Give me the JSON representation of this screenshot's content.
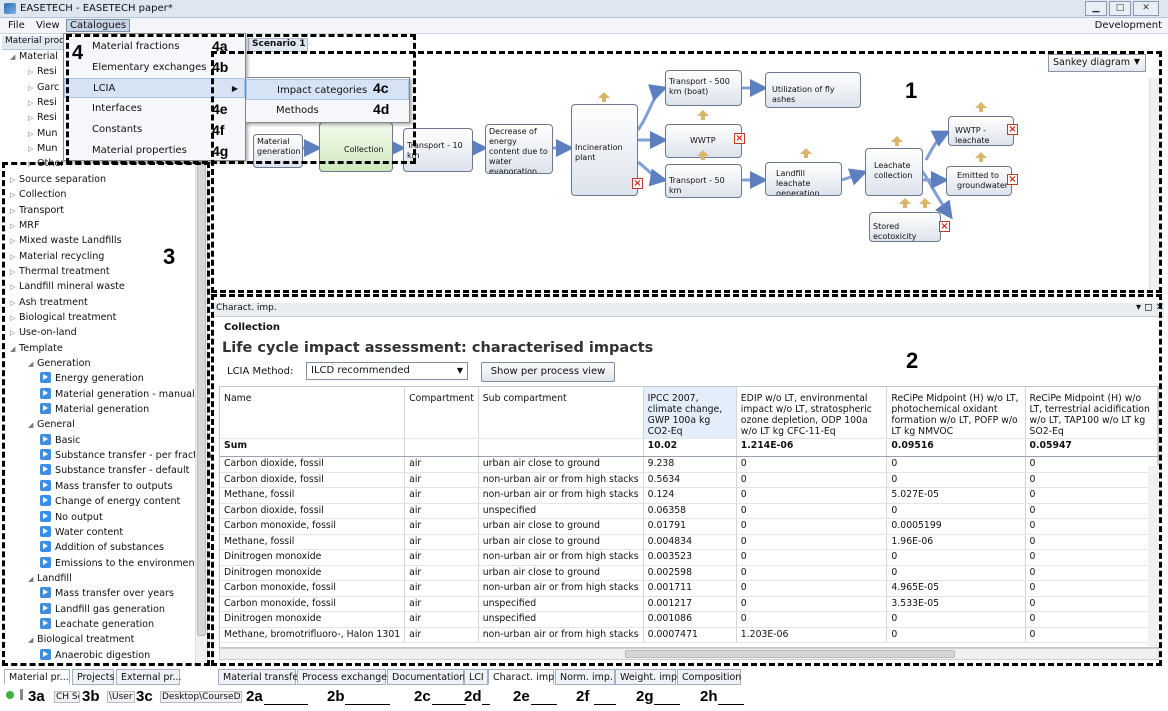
{
  "window": {
    "title": "EASETECH - EASETECH paper*"
  },
  "menubar": {
    "file": "File",
    "view": "View",
    "catalogues": "Catalogues",
    "development": "Development"
  },
  "left_panel": {
    "header": "Material proc",
    "tree": [
      {
        "label": "Material",
        "level": 0,
        "state": "open"
      },
      {
        "label": "Resi",
        "level": 1,
        "state": "closed"
      },
      {
        "label": "Garc",
        "level": 1,
        "state": "closed"
      },
      {
        "label": "Resi",
        "level": 1,
        "state": "closed"
      },
      {
        "label": "Resi",
        "level": 1,
        "state": "closed"
      },
      {
        "label": "Mun",
        "level": 1,
        "state": "closed"
      },
      {
        "label": "Mun",
        "level": 1,
        "state": "closed"
      },
      {
        "label": "Other",
        "level": 1,
        "state": "closed"
      },
      {
        "label": "Source separation",
        "level": 0,
        "state": "closed"
      },
      {
        "label": "Collection",
        "level": 0,
        "state": "closed"
      },
      {
        "label": "Transport",
        "level": 0,
        "state": "closed"
      },
      {
        "label": "MRF",
        "level": 0,
        "state": "closed"
      },
      {
        "label": "Mixed waste Landfills",
        "level": 0,
        "state": "closed"
      },
      {
        "label": "Material recycling",
        "level": 0,
        "state": "closed"
      },
      {
        "label": "Thermal treatment",
        "level": 0,
        "state": "closed"
      },
      {
        "label": "Landfill mineral waste",
        "level": 0,
        "state": "closed"
      },
      {
        "label": "Ash treatment",
        "level": 0,
        "state": "closed"
      },
      {
        "label": "Biological treatment",
        "level": 0,
        "state": "closed"
      },
      {
        "label": "Use-on-land",
        "level": 0,
        "state": "closed"
      },
      {
        "label": "Template",
        "level": 0,
        "state": "open"
      },
      {
        "label": "Generation",
        "level": 1,
        "state": "open"
      },
      {
        "label": "Energy generation",
        "level": 2,
        "state": "leaf"
      },
      {
        "label": "Material generation - manual",
        "level": 2,
        "state": "leaf"
      },
      {
        "label": "Material generation",
        "level": 2,
        "state": "leaf"
      },
      {
        "label": "General",
        "level": 1,
        "state": "open"
      },
      {
        "label": "Basic",
        "level": 2,
        "state": "leaf"
      },
      {
        "label": "Substance transfer - per fraction",
        "level": 2,
        "state": "leaf"
      },
      {
        "label": "Substance transfer - default",
        "level": 2,
        "state": "leaf"
      },
      {
        "label": "Mass transfer to outputs",
        "level": 2,
        "state": "leaf"
      },
      {
        "label": "Change of energy content",
        "level": 2,
        "state": "leaf"
      },
      {
        "label": "No output",
        "level": 2,
        "state": "leaf"
      },
      {
        "label": "Water content",
        "level": 2,
        "state": "leaf"
      },
      {
        "label": "Addition of substances",
        "level": 2,
        "state": "leaf"
      },
      {
        "label": "Emissions to the environment",
        "level": 2,
        "state": "leaf"
      },
      {
        "label": "Landfill",
        "level": 1,
        "state": "open"
      },
      {
        "label": "Mass transfer over years",
        "level": 2,
        "state": "leaf"
      },
      {
        "label": "Landfill gas generation",
        "level": 2,
        "state": "leaf"
      },
      {
        "label": "Leachate generation",
        "level": 2,
        "state": "leaf"
      },
      {
        "label": "Biological treatment",
        "level": 1,
        "state": "open"
      },
      {
        "label": "Anaerobic digestion",
        "level": 2,
        "state": "leaf"
      }
    ]
  },
  "catalogues_menu": {
    "items": [
      "Material fractions",
      "Elementary exchanges",
      "LCIA",
      "Interfaces",
      "Constants",
      "Material properties"
    ],
    "annotations": [
      "4a",
      "4b",
      "",
      "4e",
      "4f",
      "4g"
    ],
    "submenu": [
      "Impact categories",
      "Methods"
    ],
    "submenu_annotations": [
      "4c",
      "4d"
    ]
  },
  "diagram": {
    "tab": "Scenario 1",
    "view": "Sankey diagram",
    "nodes": [
      "Material generation",
      "Collection",
      "Transport - 10 km",
      "Decrease of energy content due to water evaporation",
      "Incineration plant",
      "Transport - 500 km (boat)",
      "Utilization of fly ashes",
      "WWTP",
      "Transport - 50 km",
      "Landfill leachate generation",
      "Leachate collection",
      "WWTP - leachate",
      "Emitted to groundwater",
      "Stored ecotoxicity"
    ]
  },
  "results": {
    "panel_title": "Charact. imp.",
    "subtitle": "Collection",
    "heading": "Life cycle impact assessment: characterised impacts",
    "method_label": "LCIA Method:",
    "method_value": "ILCD recommended",
    "per_process_button": "Show per process view",
    "columns": [
      "Name",
      "Compartment",
      "Sub compartment",
      "IPCC 2007, climate change, GWP 100a kg CO2-Eq",
      "EDIP w/o LT, environmental impact w/o LT, stratospheric ozone depletion, ODP 100a w/o LT kg CFC-11-Eq",
      "ReCiPe Midpoint (H) w/o LT, photochemical oxidant formation w/o LT, POFP w/o LT kg NMVOC",
      "ReCiPe Midpoint (H) w/o LT, terrestrial acidification w/o LT, TAP100 w/o LT kg SO2-Eq"
    ],
    "sum": [
      "Sum",
      "",
      "",
      "10.02",
      "1.214E-06",
      "0.09516",
      "0.05947"
    ],
    "rows": [
      [
        "Carbon dioxide, fossil",
        "air",
        "urban air close to ground",
        "9.238",
        "0",
        "0",
        "0"
      ],
      [
        "Carbon dioxide, fossil",
        "air",
        "non-urban air or from high stacks",
        "0.5634",
        "0",
        "0",
        "0"
      ],
      [
        "Methane, fossil",
        "air",
        "non-urban air or from high stacks",
        "0.124",
        "0",
        "5.027E-05",
        "0"
      ],
      [
        "Carbon dioxide, fossil",
        "air",
        "unspecified",
        "0.06358",
        "0",
        "0",
        "0"
      ],
      [
        "Carbon monoxide, fossil",
        "air",
        "urban air close to ground",
        "0.01791",
        "0",
        "0.0005199",
        "0"
      ],
      [
        "Methane, fossil",
        "air",
        "urban air close to ground",
        "0.004834",
        "0",
        "1.96E-06",
        "0"
      ],
      [
        "Dinitrogen monoxide",
        "air",
        "non-urban air or from high stacks",
        "0.003523",
        "0",
        "0",
        "0"
      ],
      [
        "Dinitrogen monoxide",
        "air",
        "urban air close to ground",
        "0.002598",
        "0",
        "0",
        "0"
      ],
      [
        "Carbon monoxide, fossil",
        "air",
        "non-urban air or from high stacks",
        "0.001711",
        "0",
        "4.965E-05",
        "0"
      ],
      [
        "Carbon monoxide, fossil",
        "air",
        "unspecified",
        "0.001217",
        "0",
        "3.533E-05",
        "0"
      ],
      [
        "Dinitrogen monoxide",
        "air",
        "unspecified",
        "0.001086",
        "0",
        "0",
        "0"
      ],
      [
        "Methane, bromotrifluoro-, Halon 1301",
        "air",
        "non-urban air or from high stacks",
        "0.0007471",
        "1.203E-06",
        "0",
        "0"
      ]
    ]
  },
  "bottom_tabs": [
    "Material transfer",
    "Process exchanges",
    "Documentation",
    "LCI",
    "Charact. imp.",
    "Norm. imp.",
    "Weight. imp.",
    "Composition"
  ],
  "left_tabs": [
    "Material pr...",
    "Projects",
    "External pr..."
  ],
  "status_texts": [
    "CH Sc",
    "\\User",
    "Desktop\\CourseDat"
  ],
  "annotations": {
    "a1": "1",
    "a2": "2",
    "a3": "3",
    "a4": "4",
    "bottom": [
      "2a",
      "2b",
      "2c",
      "2d",
      "2e",
      "2f",
      "2g",
      "2h"
    ],
    "left": [
      "3a",
      "3b",
      "3c"
    ]
  }
}
